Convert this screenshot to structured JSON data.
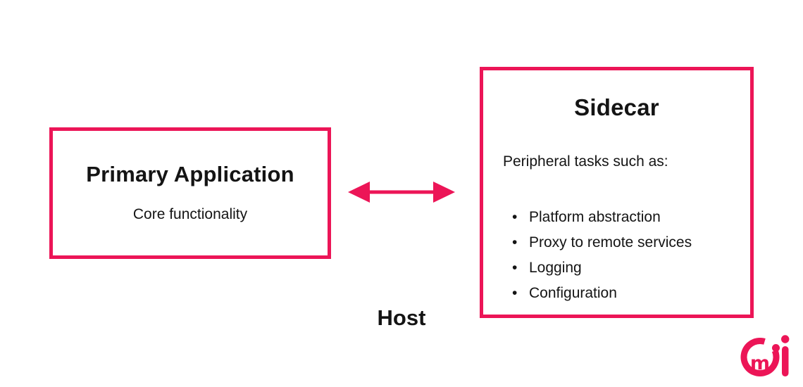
{
  "colors": {
    "accent": "#EC1557",
    "text": "#141414",
    "background": "#ffffff"
  },
  "primary_box": {
    "title": "Primary Application",
    "subtitle": "Core functionality"
  },
  "sidecar_box": {
    "title": "Sidecar",
    "intro": "Peripheral tasks such as:",
    "items": [
      "Platform abstraction",
      "Proxy to remote services",
      "Logging",
      "Configuration"
    ]
  },
  "host_label": "Host",
  "icons": {
    "arrow": "bidirectional-arrow",
    "logo": "cmi-logo"
  }
}
